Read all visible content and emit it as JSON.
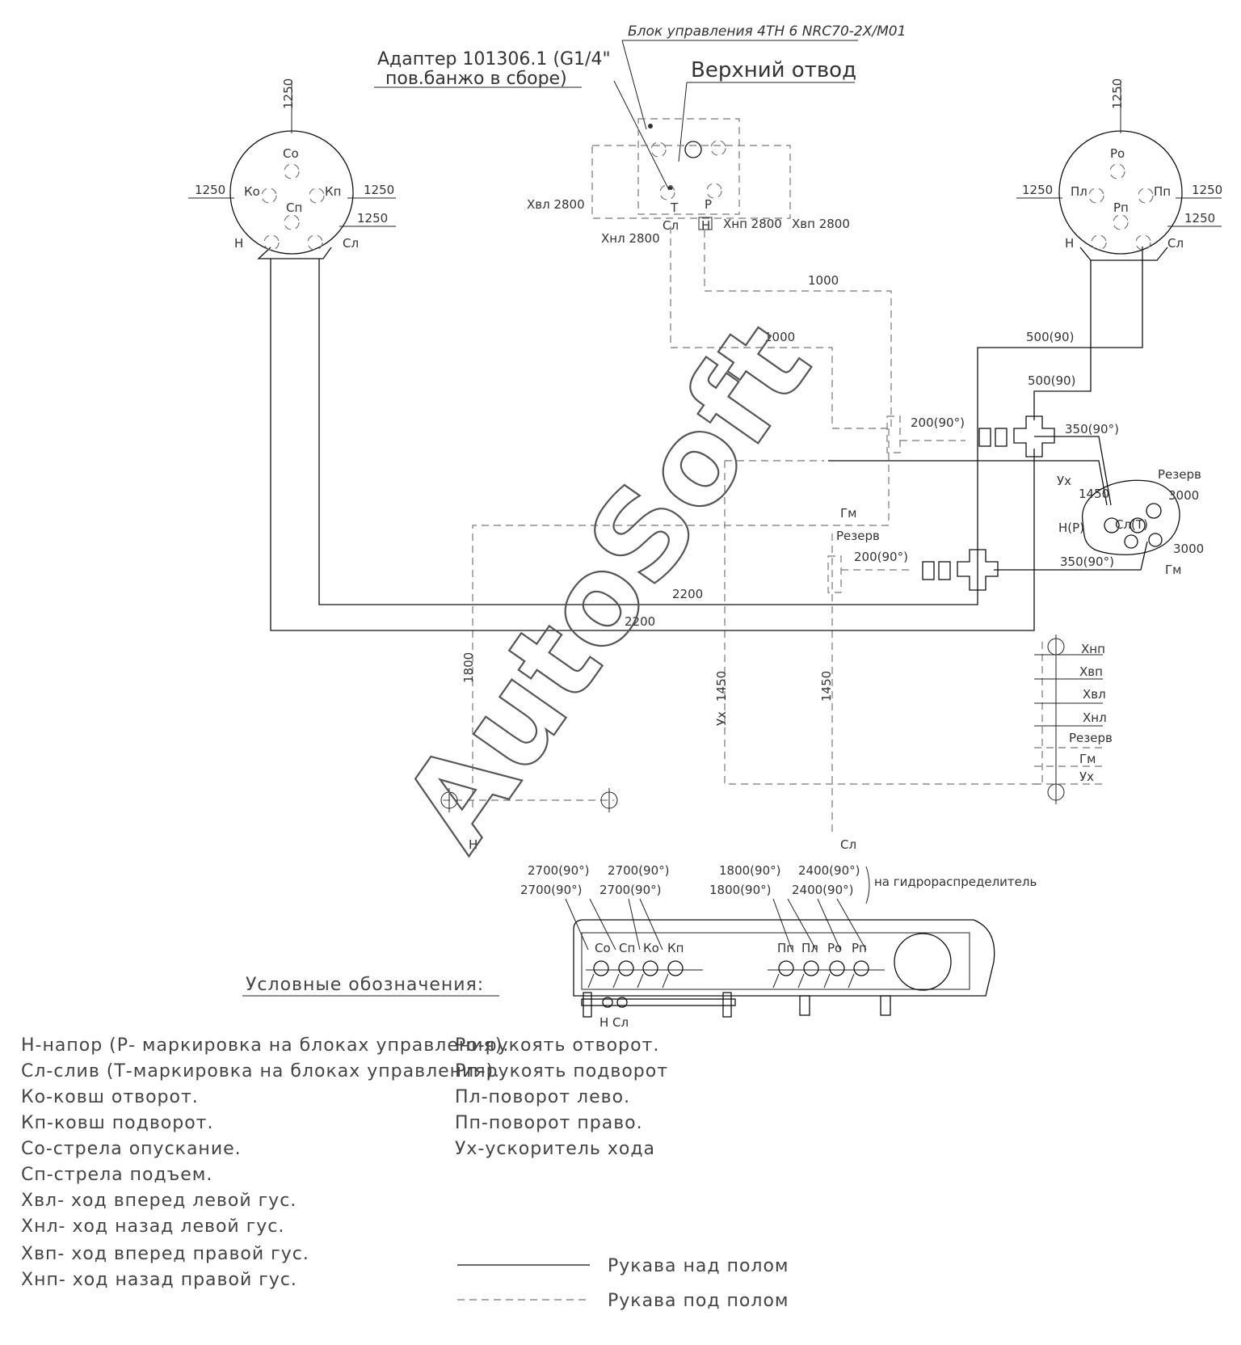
{
  "header": {
    "control_block": "Блок управления 4ТН 6 NRC70-2X/M01",
    "adapter_line1": "Адаптер 101306.1 (G1/4\"",
    "adapter_line2": "пов.банжо в сборе)",
    "top_outlet": "Верхний отвод"
  },
  "left_block": {
    "top": "Со",
    "left": "Ко",
    "right": "Кп",
    "center": "Сп",
    "bottom_left": "Н",
    "bottom_right": "Сл",
    "dim_top": "1250",
    "dim_left": "1250",
    "dim_right": "1250",
    "dim_right2": "1250"
  },
  "right_block": {
    "top": "Ро",
    "left": "Пл",
    "right": "Пп",
    "center": "Рп",
    "bottom_left": "Н",
    "bottom_right": "Сл",
    "dim_top": "1250",
    "dim_left": "1250",
    "dim_right": "1250",
    "dim_right2": "1250"
  },
  "center_block": {
    "t": "Т",
    "p": "Р",
    "sl": "Сл",
    "n": "Н",
    "xvl": "Хвл 2800",
    "xnl": "Хнл 2800",
    "xnp": "Хнп 2800",
    "xvp": "Хвп 2800"
  },
  "dims": {
    "d1000a": "1000",
    "d1000b": "1000",
    "d500a": "500(90)",
    "d500b": "500(90)",
    "d200a": "200(90°)",
    "d200b": "200(90°)",
    "d350a": "350(90°)",
    "d350b": "350(90°)",
    "d2200a": "2200",
    "d2200b": "2200",
    "d1800": "1800",
    "d1450a": "1450",
    "d1450b": "1450",
    "d1450c": "1450",
    "d3000a": "3000",
    "d3000b": "3000"
  },
  "travel_block": {
    "ux": "Ух",
    "rezerv": "Резерв",
    "sl_t": "Сл(Т)",
    "n_p": "Н(Р)",
    "gm": "Гм"
  },
  "labels": {
    "gm": "Гм",
    "rezerv": "Резерв",
    "ux_vert": "Ух",
    "n_bottom": "Н",
    "sl_bottom": "Сл"
  },
  "hose_tags": [
    "Хнп",
    "Хвп",
    "Хвл",
    "Хнл",
    "Резерв",
    "Гм",
    "Ух"
  ],
  "distributor": {
    "top_labels": [
      "2700(90°)",
      "2700(90°)",
      "1800(90°)",
      "2400(90°)"
    ],
    "mid_labels": [
      "2700(90°)",
      "2700(90°)",
      "1800(90°)",
      "2400(90°)"
    ],
    "note": "на гидрораспределитель",
    "ports_left": [
      "Со",
      "Сп",
      "Ко",
      "Кп"
    ],
    "ports_right": [
      "Пп",
      "Пл",
      "Ро",
      "Рп"
    ],
    "bottom": "Н Сл"
  },
  "watermark": "AutoSoft",
  "legend_title": "Условные обозначения:",
  "legend_left": [
    "Н-напор (Р- маркировка на блоках управления).",
    "Сл-слив (Т-маркировка на блоках управления).",
    "Ко-ковш отворот.",
    "Кп-ковш подворот.",
    "Со-стрела опускание.",
    "Сп-стрела подъем.",
    "Хвл- ход вперед левой гус.",
    "Хнл- ход назад левой гус.",
    "Хвп- ход вперед правой гус.",
    "Хнп- ход назад правой гус."
  ],
  "legend_right": [
    "Ро-рукоять отворот.",
    "Рп-рукоять подворот",
    "Пл-поворот лево.",
    "Пп-поворот право.",
    "Ух-ускоритель хода"
  ],
  "line_legend": {
    "solid": "Рукава над полом",
    "dashed": "Рукава под полом"
  }
}
